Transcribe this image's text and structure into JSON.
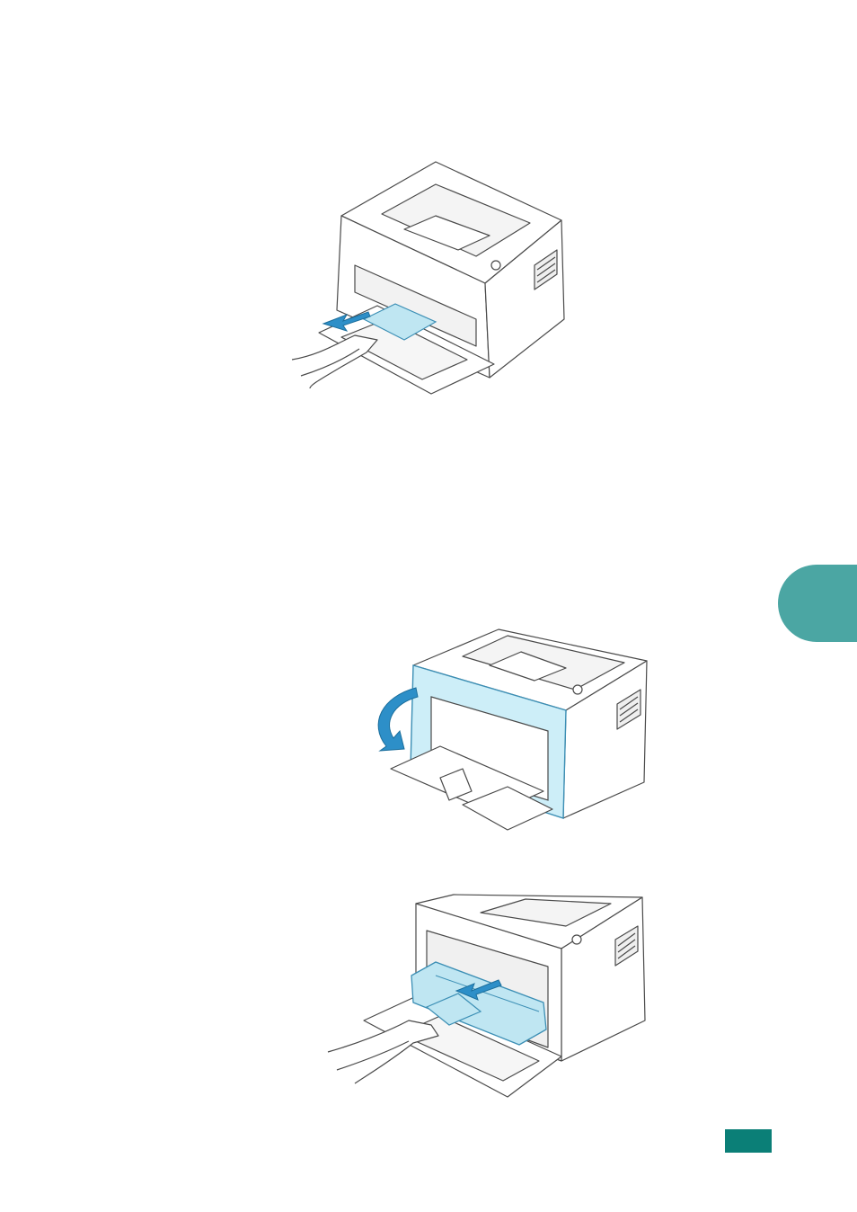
{
  "page": {
    "chapter_tab_color": "#4ba6a3",
    "page_badge_color": "#0b7f77",
    "page_number": ""
  },
  "illustrations": [
    {
      "icon": "printer-remove-jammed-paper-from-tray-illustration"
    },
    {
      "icon": "printer-open-front-cover-illustration"
    },
    {
      "icon": "printer-remove-toner-cartridge-illustration"
    }
  ]
}
